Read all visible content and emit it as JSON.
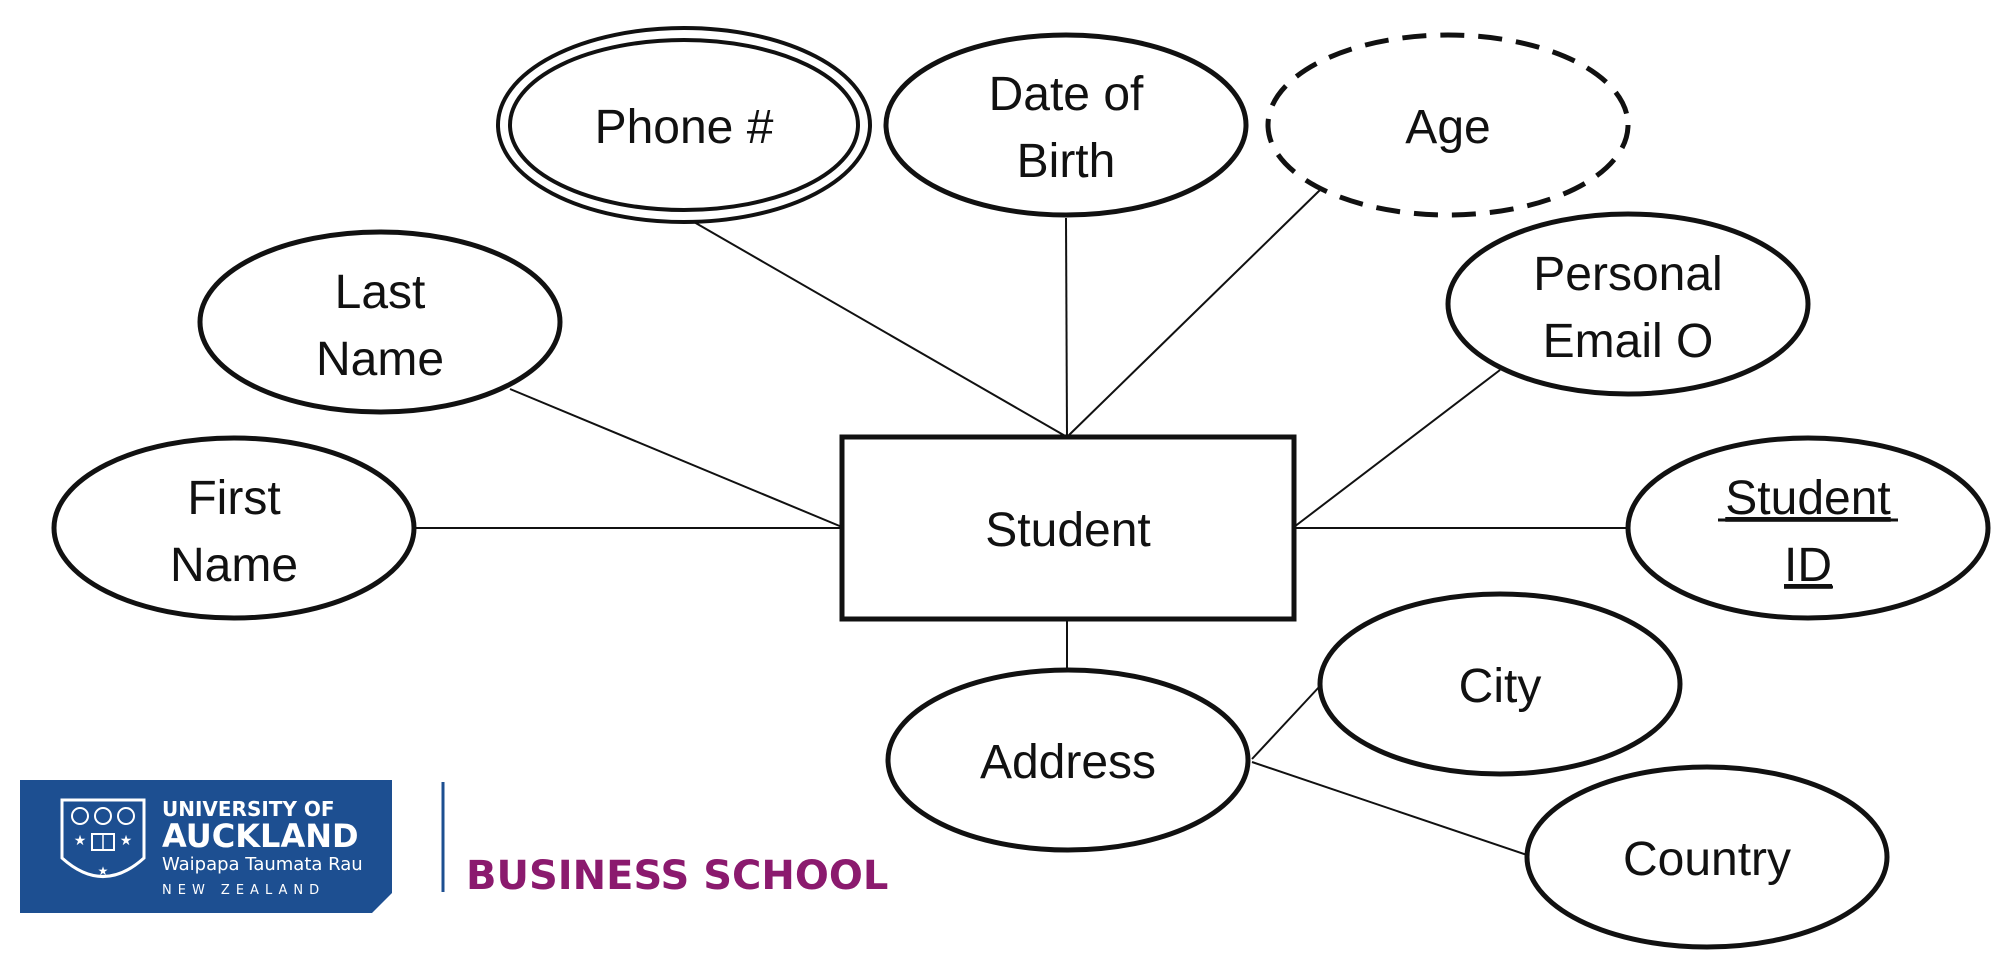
{
  "diagram": {
    "entity": {
      "label": "Student"
    },
    "attributes": {
      "phone": {
        "label": "Phone #",
        "style": "multivalued"
      },
      "dob": {
        "line1": "Date of",
        "line2": "Birth"
      },
      "age": {
        "label": "Age",
        "style": "derived"
      },
      "last_name": {
        "line1": "Last",
        "line2": "Name"
      },
      "personal_email": {
        "line1": "Personal",
        "line2": "Email O"
      },
      "first_name": {
        "line1": "First",
        "line2": "Name"
      },
      "student_id": {
        "line1": "Student",
        "line2": "ID",
        "style": "key"
      },
      "address": {
        "label": "Address",
        "style": "composite"
      },
      "city": {
        "label": "City"
      },
      "country": {
        "label": "Country"
      }
    }
  },
  "branding": {
    "logo_line1": "UNIVERSITY OF",
    "logo_line2": "AUCKLAND",
    "logo_line3": "Waipapa Taumata Rau",
    "logo_line4": "NEW ZEALAND",
    "school": "BUSINESS SCHOOL",
    "colors": {
      "logo_blue": "#1d4f91",
      "school_purple": "#8b1a6e"
    }
  }
}
